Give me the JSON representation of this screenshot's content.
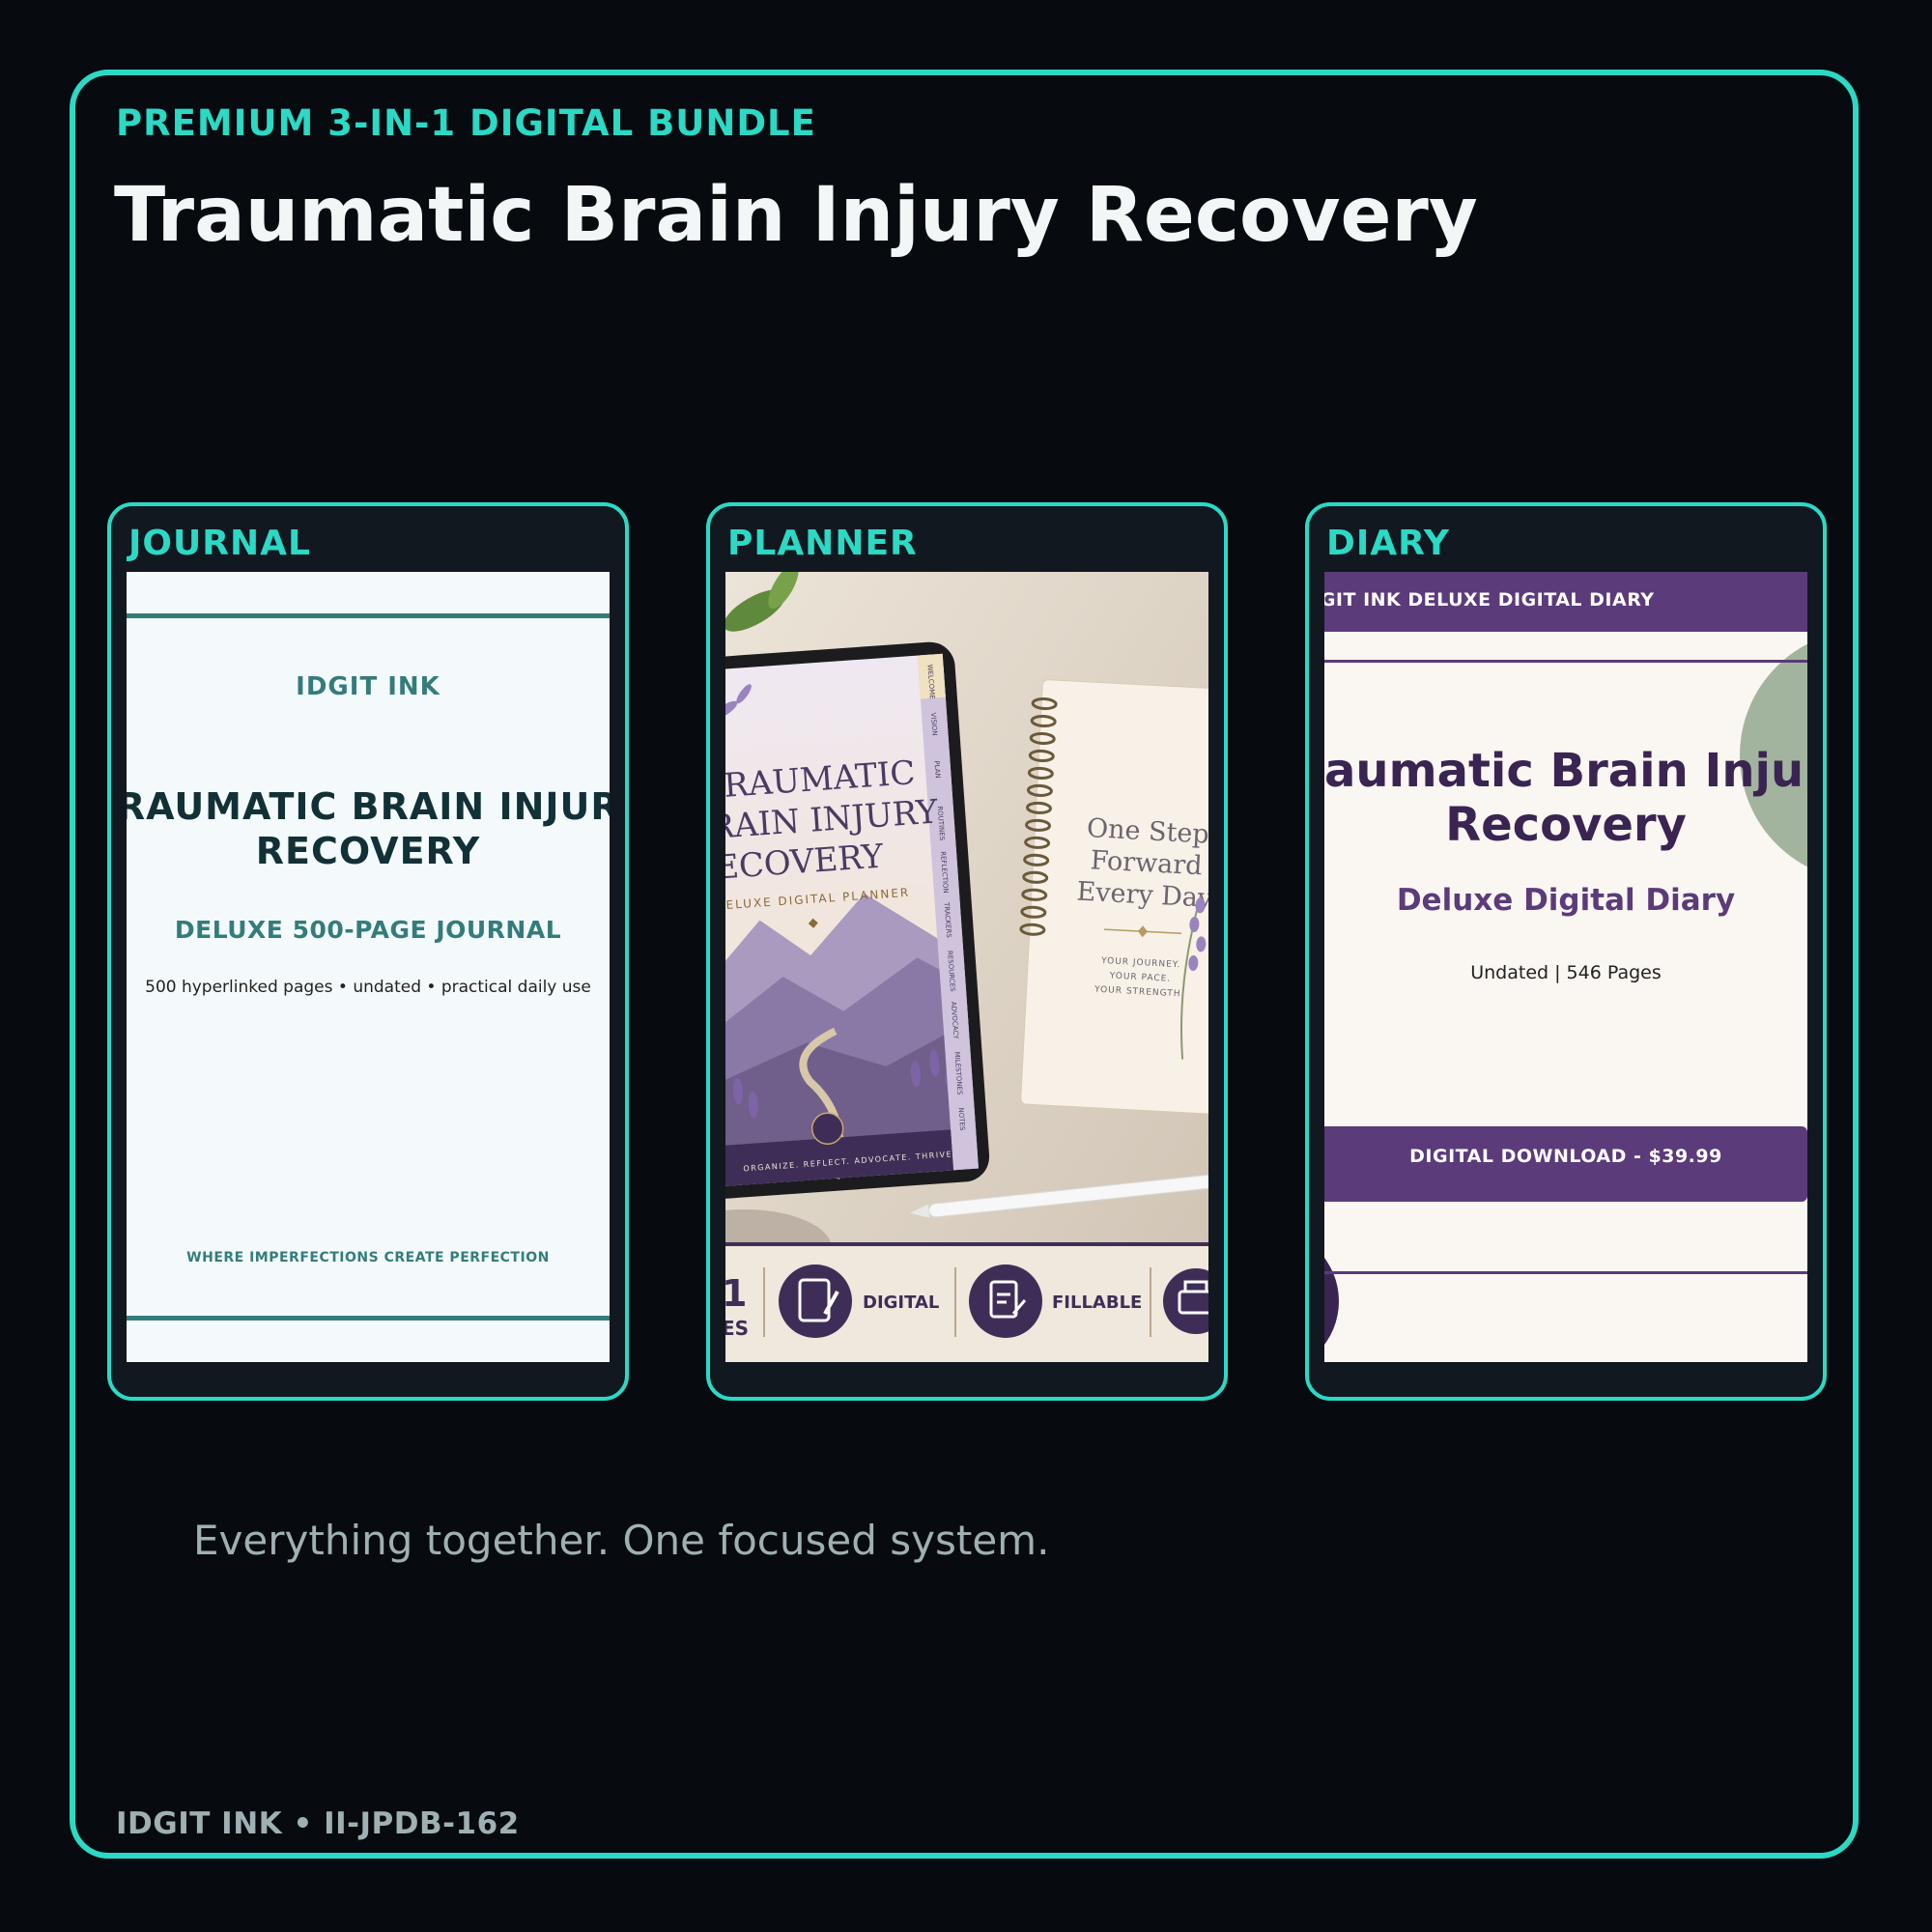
{
  "header": {
    "eyebrow": "PREMIUM 3-IN-1 DIGITAL BUNDLE",
    "title": "Traumatic Brain Injury Recovery"
  },
  "cards": [
    {
      "label": "JOURNAL",
      "cover": {
        "brand": "IDGIT INK",
        "title": "TRAUMATIC BRAIN INJURY\nRECOVERY",
        "subtitle": "DELUXE 500-PAGE JOURNAL",
        "details": "500 hyperlinked pages • undated • practical daily use",
        "tagline": "WHERE IMPERFECTIONS CREATE PERFECTION"
      }
    },
    {
      "label": "PLANNER",
      "cover": {
        "tablet_title": "TRAUMATIC\nBRAIN INJURY\nRECOVERY",
        "tablet_subtitle": "DELUXE DIGITAL PLANNER",
        "tablet_footer": "ORGANIZE. REFLECT. ADVOCATE. THRIVE.",
        "tabs": [
          "WELCOME",
          "VISION",
          "PLAN",
          "ROUTINES",
          "REFLECTION",
          "TRACKERS",
          "RESOURCES",
          "ADVOCACY",
          "MILESTONES",
          "NOTES"
        ],
        "notebook_title": "One Step\nForward\nEvery Day",
        "notebook_lines": [
          "YOUR JOURNEY.",
          "YOUR PACE.",
          "YOUR STRENGTH."
        ],
        "features": [
          "1",
          "ES",
          "DIGITAL",
          "FILLABLE"
        ]
      }
    },
    {
      "label": "DIARY",
      "cover": {
        "bar_text": "IDGIT INK DELUXE DIGITAL DIARY",
        "title": "Traumatic Brain Injury\nRecovery",
        "subtitle": "Deluxe Digital Diary",
        "details": "Undated | 546 Pages",
        "button": "DIGITAL DOWNLOAD - $39.99"
      }
    }
  ],
  "tagline": "Everything together. One focused system.",
  "footer": "IDGIT INK  •  II-JPDB-162",
  "colors": {
    "accent": "#2bd9c5",
    "background": "#070b0f",
    "journal_teal": "#347c7c",
    "diary_purple": "#5b3b7a"
  }
}
